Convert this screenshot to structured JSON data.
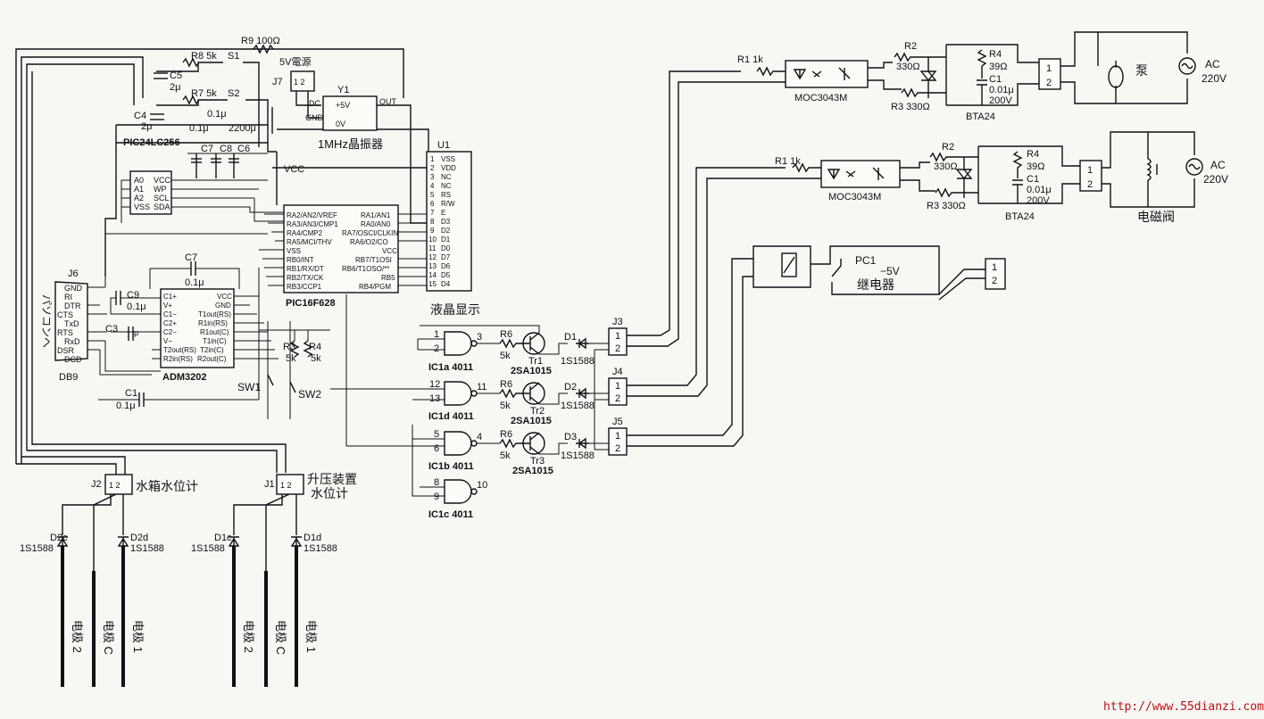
{
  "resistors": {
    "r9": "R9 100Ω",
    "r8": "R8 5k",
    "r7": "R7 5k",
    "s1": "S1",
    "s2": "S2",
    "r6a": "R6",
    "r6a_v": "5k",
    "r6b": "R6",
    "r6b_v": "5k",
    "r6c": "R6",
    "r6c_v": "5k",
    "r3": "R3",
    "r3_v": "5k",
    "r4": "R4",
    "r4_v": "5k"
  },
  "capacitors": {
    "c5": "C5",
    "c5_v": "2μ",
    "c4": "C4",
    "c4_v": "2μ",
    "c4_v2": "0.1μ",
    "cap_row1": "0.1μ",
    "cap_row2": "2200μ",
    "c7": "C7",
    "c8": "C8",
    "c6": "C6",
    "c7b": "C7",
    "c7b_v": "0.1μ",
    "c9": "C9",
    "c9_v": "0.1μ",
    "c3": "C3",
    "c3_v": "μ",
    "c1": "C1",
    "c1_v": "0.1μ"
  },
  "power": {
    "label": "5V電源",
    "j7": "J7",
    "j7_pins": "1  2"
  },
  "oscillator": {
    "y1": "Y1",
    "dc": "DC",
    "p5v": "+5V",
    "out": "OUT",
    "gnd": "GND",
    "ov": "0V",
    "name": "1MHz晶振器"
  },
  "eeprom": {
    "name": "PIC24LC256",
    "pins_left": [
      "A0",
      "A1",
      "A2",
      "VSS"
    ],
    "pins_right": [
      "VCC",
      "WP",
      "SCL",
      "SDA"
    ]
  },
  "mcu": {
    "name": "PIC16F628",
    "pins_left": [
      "RA2/AN2/VREF",
      "RA3/AN3/CMP1",
      "RA4/CMP2",
      "RA5/MCI/THV",
      "VSS",
      "RB0/INT",
      "RB1/RX/DT",
      "RB2/TX/CK",
      "RB3/CCP1"
    ],
    "pins_right": [
      "RA1/AN1",
      "RA0/AN0",
      "RA7/OSCI/CLKIN",
      "RA6/O2/CO",
      "VCC",
      "RB7/T1OSI",
      "RB6/T1OSO/**",
      "RB5",
      "RB4/PGM"
    ]
  },
  "vcc_label": "VCC",
  "lcd": {
    "u1": "U1",
    "pins": [
      "VSS",
      "VDD",
      "NC",
      "NC",
      "RS",
      "R/W",
      "E",
      "D3",
      "D2",
      "D1",
      "D0",
      "D7",
      "D6",
      "D5",
      "D4"
    ],
    "numbers": [
      "1",
      "2",
      "3",
      "4",
      "5",
      "6",
      "7",
      "8",
      "9",
      "10",
      "11",
      "12",
      "13",
      "14",
      "15"
    ],
    "name": "液晶显示"
  },
  "rs232": {
    "name": "ADM3202",
    "pins_left": [
      "C1+",
      "V+",
      "C1−",
      "C2+",
      "C2−",
      "V−",
      "T2out(RS)",
      "R2in(RS)"
    ],
    "pins_right": [
      "VCC",
      "GND",
      "T1out(RS)",
      "R1in(RS)",
      "R1out(C)",
      "T1in(C)",
      "T2in(C)",
      "R2out(C)"
    ]
  },
  "db9": {
    "j6": "J6",
    "name": "DB9",
    "side_label": "パソコンへ",
    "pins": [
      "GND",
      "RI",
      "DTR",
      "CTS",
      "TxD",
      "RTS",
      "RxD",
      "DSR",
      "DCD"
    ]
  },
  "switches": {
    "sw1": "SW1",
    "sw2": "SW2"
  },
  "gates": {
    "ic1a": "IC1a 4011",
    "ic1a_in1": "1",
    "ic1a_in2": "2",
    "ic1a_out": "3",
    "ic1d": "IC1d 4011",
    "ic1d_in1": "12",
    "ic1d_in2": "13",
    "ic1d_out": "11",
    "ic1b": "IC1b 4011",
    "ic1b_in1": "5",
    "ic1b_in2": "6",
    "ic1b_out": "4",
    "ic1c": "IC1c 4011",
    "ic1c_in1": "8",
    "ic1c_in2": "9",
    "ic1c_out": "10"
  },
  "transistors": {
    "tr1": "Tr1",
    "tr2": "Tr2",
    "tr3": "Tr3",
    "type": "2SA1015"
  },
  "diodes": {
    "d1": "D1",
    "d2": "D2",
    "d3": "D3",
    "type": "1S1588",
    "d2c": "D2c",
    "d2d": "D2d",
    "d1c": "D1c",
    "d1d": "D1d"
  },
  "connectors": {
    "j3": "J3",
    "j4": "J4",
    "j5": "J5",
    "j2": "J2",
    "j1": "J1",
    "pin1": "1",
    "pin2": "2"
  },
  "triac_stage1": {
    "r1": "R1 1k",
    "opto": "MOC3043M",
    "r2": "R2",
    "r2_v": "330Ω",
    "r3": "R3 330Ω",
    "r4": "R4",
    "r4_v": "39Ω",
    "c1": "C1",
    "c1_v": "0.01μ",
    "c1_v2": "200V",
    "triac": "BTA24",
    "load": "泵",
    "ac": "AC",
    "ac_v": "220V"
  },
  "triac_stage2": {
    "r1": "R1 1k",
    "opto": "MOC3043M",
    "r2": "R2",
    "r2_v": "330Ω",
    "r3": "R3 330Ω",
    "r4": "R4",
    "r4_v": "39Ω",
    "c1": "C1",
    "c1_v": "0.01μ",
    "c1_v2": "200V",
    "triac": "BTA24",
    "load": "电磁阀",
    "ac": "AC",
    "ac_v": "220V"
  },
  "relay": {
    "pc1": "PC1",
    "coil": "−5V",
    "name": "继电器"
  },
  "sensors": {
    "j2_name": "水箱水位计",
    "j1_name1": "升压装置",
    "j1_name2": "水位计",
    "electrode_2": "电极 2",
    "electrode_c": "电极 C",
    "electrode_1": "电极 1"
  },
  "watermark": "http://www.55dianzi.com"
}
